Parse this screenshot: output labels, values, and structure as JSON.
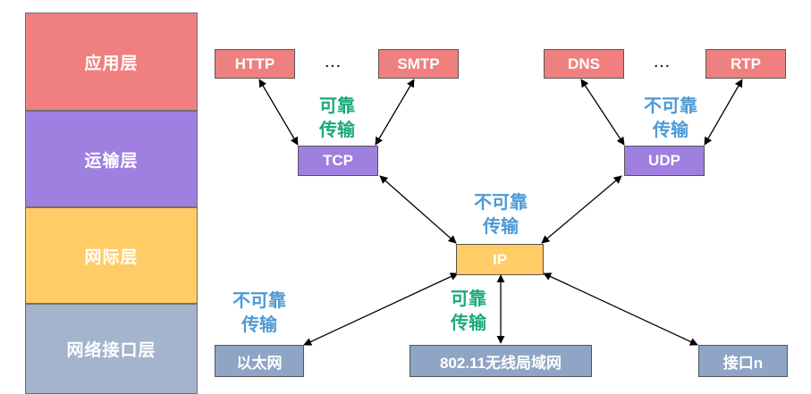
{
  "layers": {
    "application": "应用层",
    "transport": "运输层",
    "internet": "网际层",
    "network_interface": "网络接口层"
  },
  "application_protocols": {
    "http": "HTTP",
    "smtp": "SMTP",
    "dns": "DNS",
    "rtp": "RTP",
    "ellipsis_left": "…",
    "ellipsis_right": "…"
  },
  "transport_protocols": {
    "tcp": "TCP",
    "udp": "UDP"
  },
  "internet_protocol": "IP",
  "interfaces": {
    "ethernet": "以太网",
    "wlan": "802.11无线局域网",
    "interface_n": "接口n"
  },
  "labels": {
    "tcp_reliability": [
      "可靠",
      "传输"
    ],
    "udp_reliability": [
      "不可靠",
      "传输"
    ],
    "ip_reliability": [
      "不可靠",
      "传输"
    ],
    "ethernet_reliability": [
      "不可靠",
      "传输"
    ],
    "wlan_reliability": [
      "可靠",
      "传输"
    ]
  },
  "colors": {
    "application": "#f08080",
    "transport": "#9f7fe0",
    "internet": "#ffcc66",
    "network_interface": "#a3b4cc",
    "reliable_text": "#1aaa7a",
    "unreliable_text": "#4e9ad6"
  }
}
